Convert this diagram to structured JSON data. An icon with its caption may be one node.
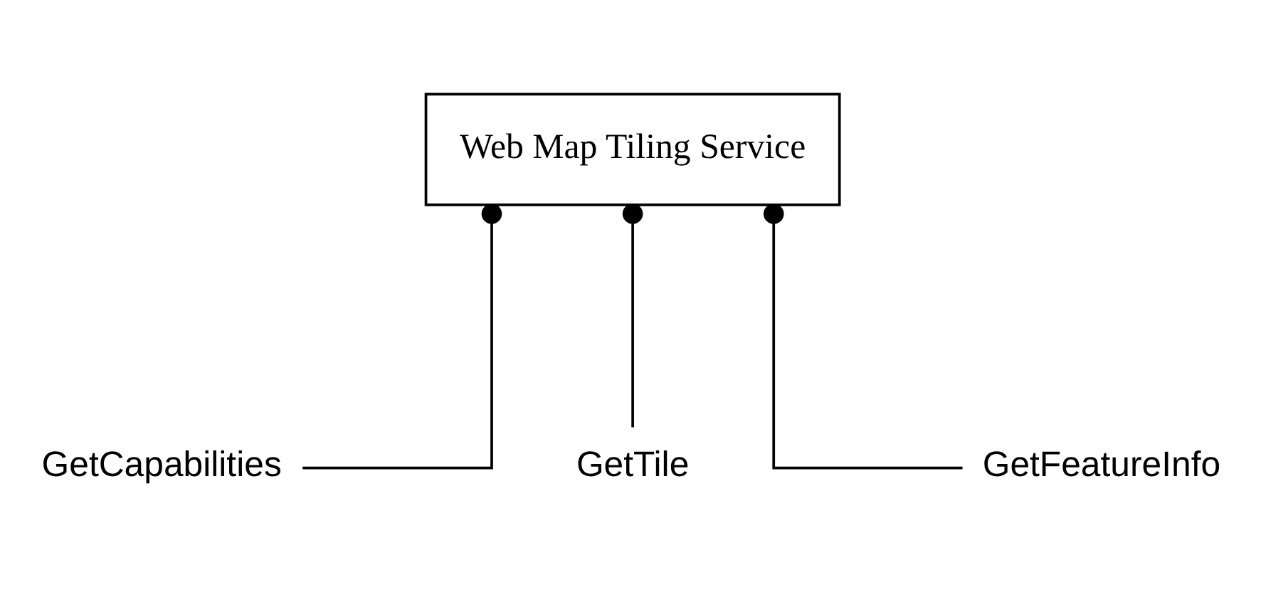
{
  "diagram": {
    "nodes": [
      {
        "text": [
          "Web Map Tiling Service"
        ]
      },
      {
        "text": [
          "GetCapabilities"
        ]
      },
      {
        "text": [
          "GetTile"
        ]
      },
      {
        "text": [
          "GetFeatureInfo"
        ]
      }
    ],
    "edges": [
      {
        "from": 0,
        "to": 1,
        "arrow": "other"
      },
      {
        "from": 0,
        "to": 2,
        "arrow": "other"
      },
      {
        "from": 0,
        "to": 3,
        "arrow": "other"
      }
    ]
  }
}
